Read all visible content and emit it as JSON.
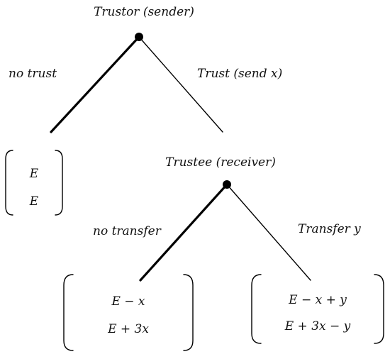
{
  "trustor_node": {
    "label": "Trustor (sender)"
  },
  "trustor_actions": {
    "left": "no trust",
    "right": "Trust (send x)"
  },
  "trustee_node": {
    "label": "Trustee (receiver)"
  },
  "trustee_actions": {
    "left": "no transfer",
    "right": "Transfer y"
  },
  "payoffs": {
    "no_trust": [
      "E",
      "E"
    ],
    "no_transfer": [
      "E − x",
      "E + 3x"
    ],
    "transfer": [
      "E − x + y",
      "E + 3x − y"
    ]
  },
  "colors": {
    "line": "#000000",
    "text": "#111111",
    "background": "#ffffff"
  }
}
